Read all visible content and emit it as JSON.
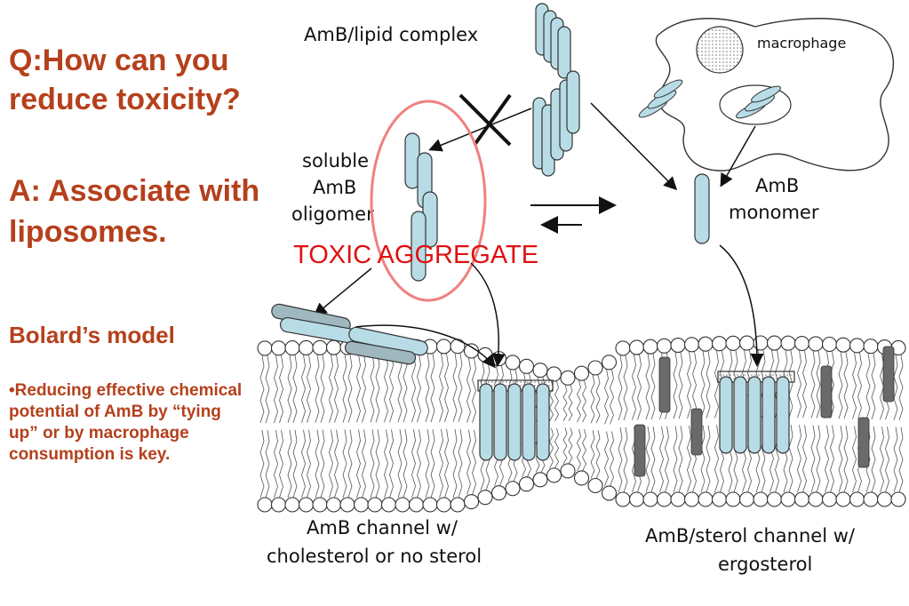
{
  "left_panel": {
    "question": "Q:How can you reduce toxicity?",
    "answer": "A: Associate with liposomes.",
    "model_title": "Bolard’s model",
    "bullet": "•Reducing effective chemical potential of AmB by “tying up” or by macrophage consumption is key."
  },
  "diagram": {
    "lipid_complex_label": "AmB/lipid complex",
    "macrophage_label": "macrophage",
    "soluble_label_1": "soluble",
    "soluble_label_2": "AmB",
    "soluble_label_3": "oligomer",
    "monomer_label_1": "AmB",
    "monomer_label_2": "monomer",
    "toxic_label": "TOXIC AGGREGATE",
    "channel1_label_1": "AmB channel w/",
    "channel1_label_2": "cholesterol or no sterol",
    "channel2_label_1": "AmB/sterol channel w/",
    "channel2_label_2": "ergosterol"
  },
  "colors": {
    "heading": "#b5401c",
    "toxic": "#e01010",
    "ellipse": "#f08080",
    "rod_fill": "#b8dce6"
  }
}
